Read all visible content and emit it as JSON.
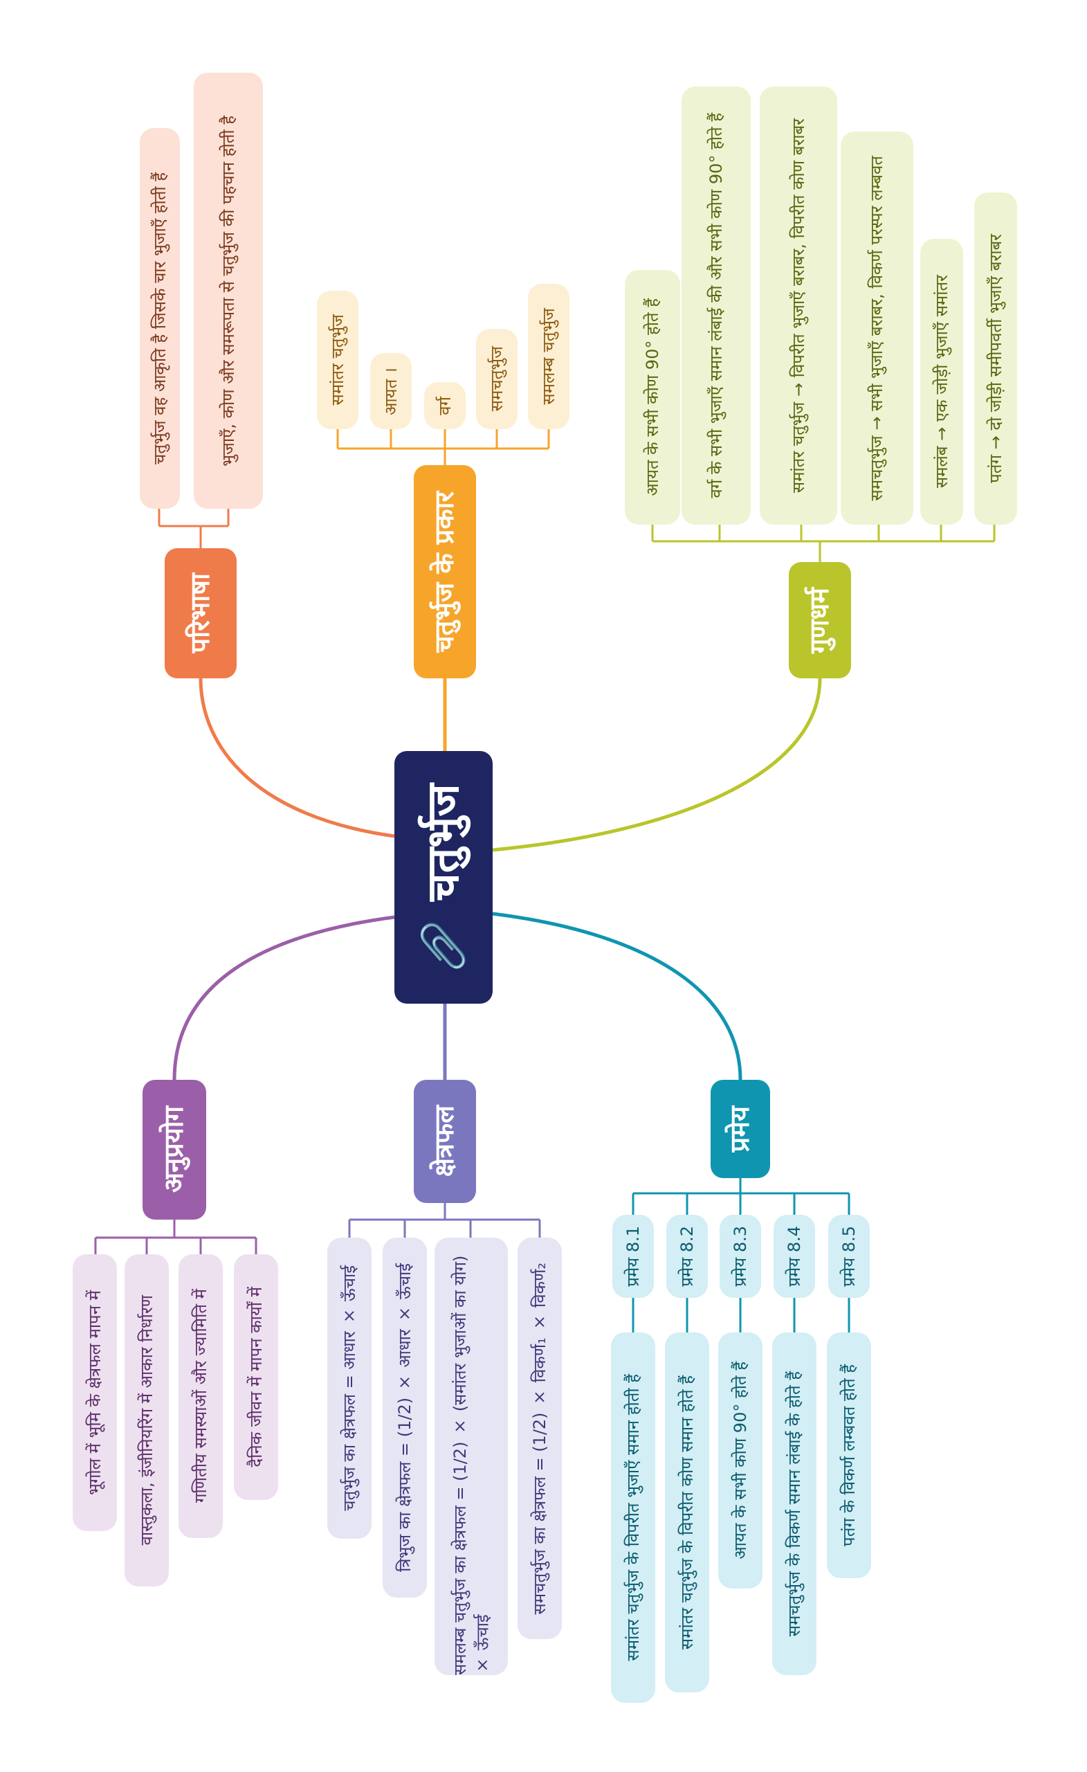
{
  "colors": {
    "root": "#1e2561",
    "paribhasha": "#f07b4a",
    "prakar": "#f6a52a",
    "gundharm": "#b9c52a",
    "anuprayog": "#9b5fa9",
    "kshetrafal": "#7b77bf",
    "prameya": "#0f95b0"
  },
  "root": {
    "label": "चतुर्भुज",
    "icon": "paperclip-icon",
    "clip_glyph": "📎"
  },
  "branches": {
    "paribhasha": {
      "label": "परिभाषा",
      "leaves": [
        "चतुर्भुज वह आकृति है जिसके चार भुजाएँ होती हैं",
        "भुजाएँ, कोण और समरूपता से चतुर्भुज की पहचान होती है"
      ]
    },
    "prakar": {
      "label": "चतुर्भुज के प्रकार",
      "leaves": [
        "समांतर चतुर्भुज",
        "आयत ।",
        "वर्ग",
        "समचतुर्भुज",
        "समलम्ब चतुर्भुज"
      ]
    },
    "gundharm": {
      "label": "गुणधर्म",
      "leaves": [
        "आयत के सभी कोण 90° होते हैं",
        "वर्ग के सभी भुजाएँ समान लंबाई की और सभी कोण 90° होते हैं",
        "समांतर चतुर्भुज → विपरीत भुजाएँ बराबर, विपरीत कोण बराबर",
        "समचतुर्भुज → सभी भुजाएँ बराबर, विकर्ण परस्पर लम्बवत",
        "समलंब → एक जोड़ी भुजाएँ समांतर",
        "पतंग → दो जोड़ी समीपवर्ती भुजाएँ बराबर"
      ]
    },
    "anuprayog": {
      "label": "अनुप्रयोग",
      "leaves": [
        "भूगोल में भूमि के क्षेत्रफल मापन में",
        "वास्तुकला, इंजीनियरिंग में आकार निर्धारण",
        "गणितीय समस्याओं और ज्यामिति में",
        "दैनिक जीवन में मापन कार्यों में"
      ]
    },
    "kshetrafal": {
      "label": "क्षेत्रफल",
      "leaves": [
        "चतुर्भुज का क्षेत्रफल = आधार × ऊँचाई",
        "त्रिभुज का क्षेत्रफल = (1/2) × आधार × ऊँचाई",
        "समलम्ब चतुर्भुज का क्षेत्रफल = (1/2) × (समांतर भुजाओं का योग) × ऊँचाई",
        "समचतुर्भुज का क्षेत्रफल = (1/2) × विकर्ण₁ × विकर्ण₂"
      ]
    },
    "prameya": {
      "label": "प्रमेय",
      "items": [
        {
          "name": "प्रमेय 8.1",
          "desc": "समांतर चतुर्भुज के विपरीत भुजाएँ समान होती हैं"
        },
        {
          "name": "प्रमेय 8.2",
          "desc": "समांतर चतुर्भुज के विपरीत कोण समान होते हैं"
        },
        {
          "name": "प्रमेय 8.3",
          "desc": "आयत के सभी कोण 90° होते हैं"
        },
        {
          "name": "प्रमेय 8.4",
          "desc": "समचतुर्भुज के विकर्ण समान लंबाई के होते हैं"
        },
        {
          "name": "प्रमेय 8.5",
          "desc": "पतंग के विकर्ण लम्बवत होते हैं"
        }
      ]
    }
  }
}
